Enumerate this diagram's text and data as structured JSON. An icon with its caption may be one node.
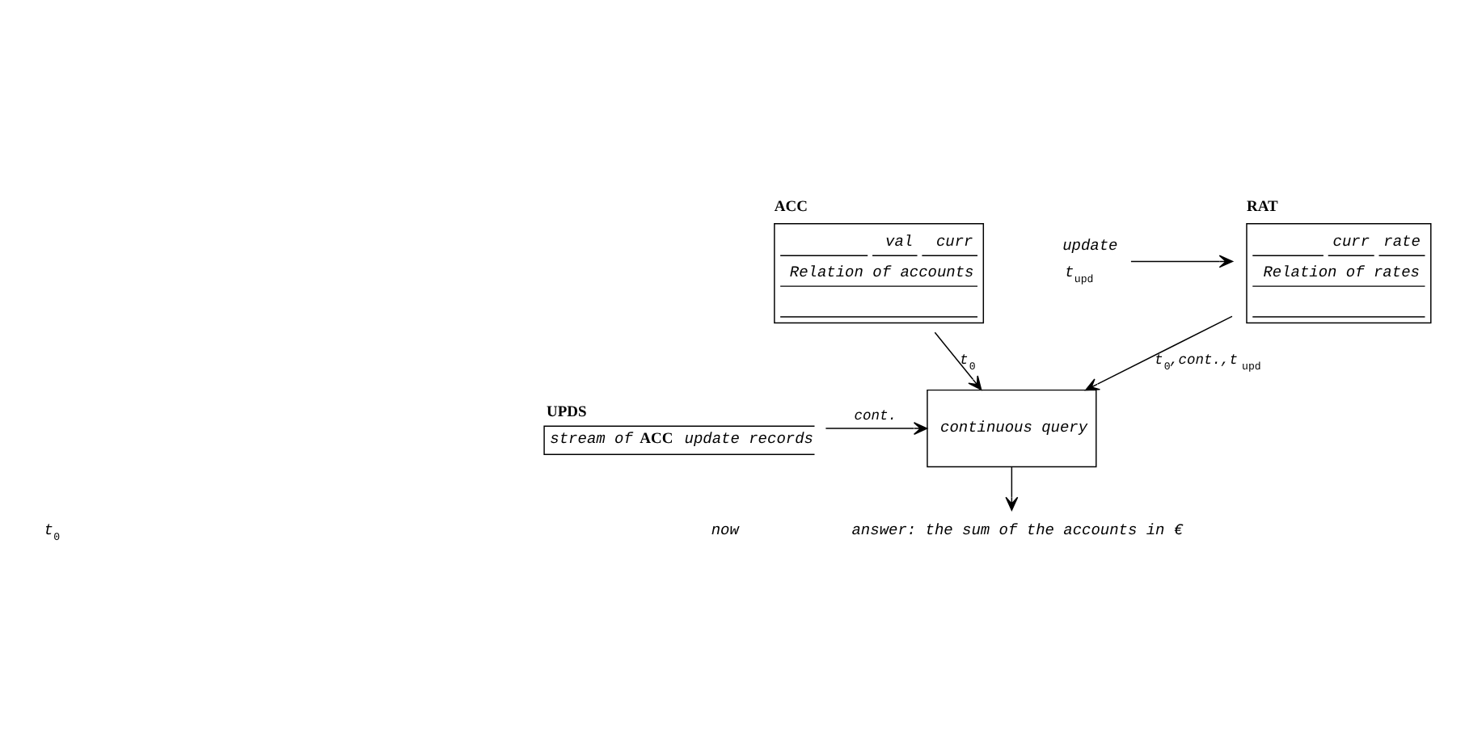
{
  "diagram": {
    "nodes": [
      {
        "text": [
          "ACC",
          "val",
          "curr",
          "Relation of accounts"
        ]
      },
      {
        "text": [
          "RAT",
          "curr",
          "rate",
          "Relation of rates"
        ]
      },
      {
        "text": [
          "UPDS",
          "stream of **ACC** update records"
        ]
      },
      {
        "text": [
          "continuous query"
        ]
      },
      {
        "text": [
          "answer: the sum of the accounts in €"
        ]
      },
      {
        "text": [
          "update"
        ],
        "beside": [
          "t$_{upd}$"
        ]
      }
    ],
    "edges": [
      {
        "from": 0,
        "to": 3,
        "arrow": "to",
        "label": "t$_{0}$"
      },
      {
        "from": 1,
        "to": 3,
        "arrow": "to",
        "label": "t$_{0}$,cont.,t$_{upd}$"
      },
      {
        "from": 2,
        "to": 3,
        "arrow": "to",
        "label": "cont."
      },
      {
        "from": 3,
        "to": 4,
        "arrow": "to"
      },
      {
        "from": 5,
        "to": 1,
        "arrow": "to"
      }
    ],
    "labels": [
      "t$_{0}$",
      "now"
    ]
  }
}
